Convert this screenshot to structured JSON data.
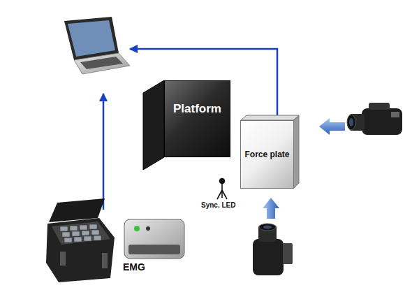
{
  "diagram": {
    "nodes": [
      {
        "text": [
          "Platform"
        ]
      },
      {
        "text": [
          "Force plate"
        ]
      }
    ],
    "labels": [
      "Sync. LED",
      "EMG"
    ]
  }
}
